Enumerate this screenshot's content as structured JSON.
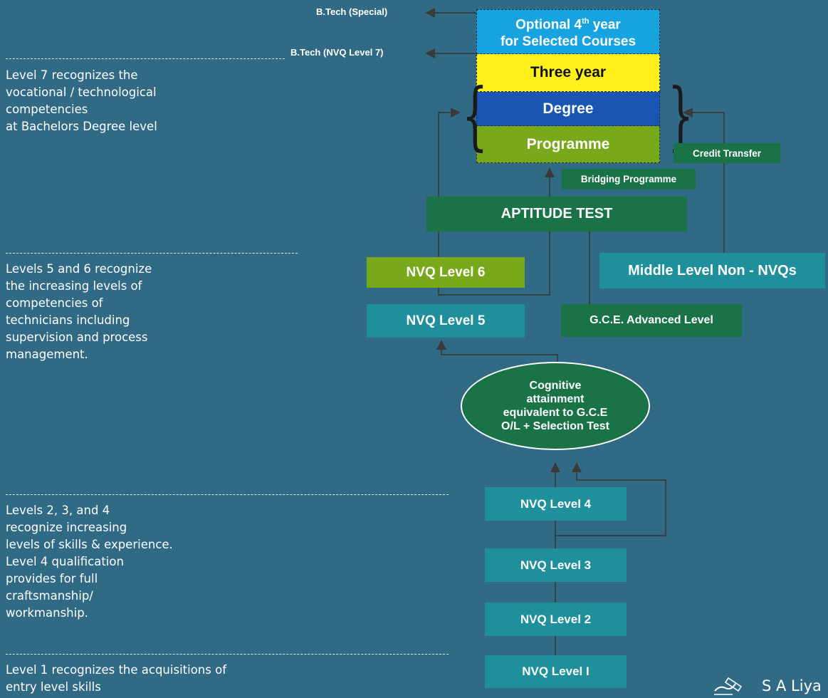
{
  "descriptions": {
    "level7": "Level 7 recognizes the\nvocational / technological\ncompetencies\nat Bachelors Degree level",
    "level56": "Levels 5 and 6 recognize\nthe increasing levels of\ncompetencies of\ntechnicians including\nsupervision and process\nmanagement.",
    "level234": "Levels 2, 3, and 4\nrecognize increasing\nlevels of skills & experience.\nLevel 4 qualification\nprovides for full\ncraftsmanship/\nworkmanship.",
    "level1": "Level 1 recognizes the acquisitions of\nentry level skills"
  },
  "btech": {
    "special": "B.Tech (Special)",
    "nvq7": "B.Tech (NVQ Level 7)"
  },
  "degree_stack": {
    "optional_line1_pre": "Optional 4",
    "optional_sup": "th",
    "optional_line1_post": " year",
    "optional_line2": "for Selected Courses",
    "three_year": "Three year",
    "degree": "Degree",
    "programme": "Programme"
  },
  "pathways": {
    "credit_transfer": "Credit Transfer",
    "bridging_programme": "Bridging Programme",
    "aptitude_test": "APTITUDE TEST",
    "nvq6": "NVQ Level 6",
    "nvq5": "NVQ Level 5",
    "middle_level": "Middle Level Non - NVQs",
    "gce_al": "G.C.E. Advanced Level",
    "cognitive": "Cognitive\nattainment\nequivalent to G.C.E\nO/L + Selection Test",
    "nvq4": "NVQ Level 4",
    "nvq3": "NVQ Level 3",
    "nvq2": "NVQ Level 2",
    "nvq1": "NVQ Level I"
  },
  "credit_text": "S A Liya",
  "colors": {
    "background": "#316a85",
    "teal": "#1f8f9c",
    "lime": "#7aa81b",
    "dark_green": "#1a7347",
    "optional_blue": "#17a3e0",
    "yellow": "#fff01c",
    "degree_blue": "#1a55b4",
    "programme_green": "#7aa81b"
  }
}
